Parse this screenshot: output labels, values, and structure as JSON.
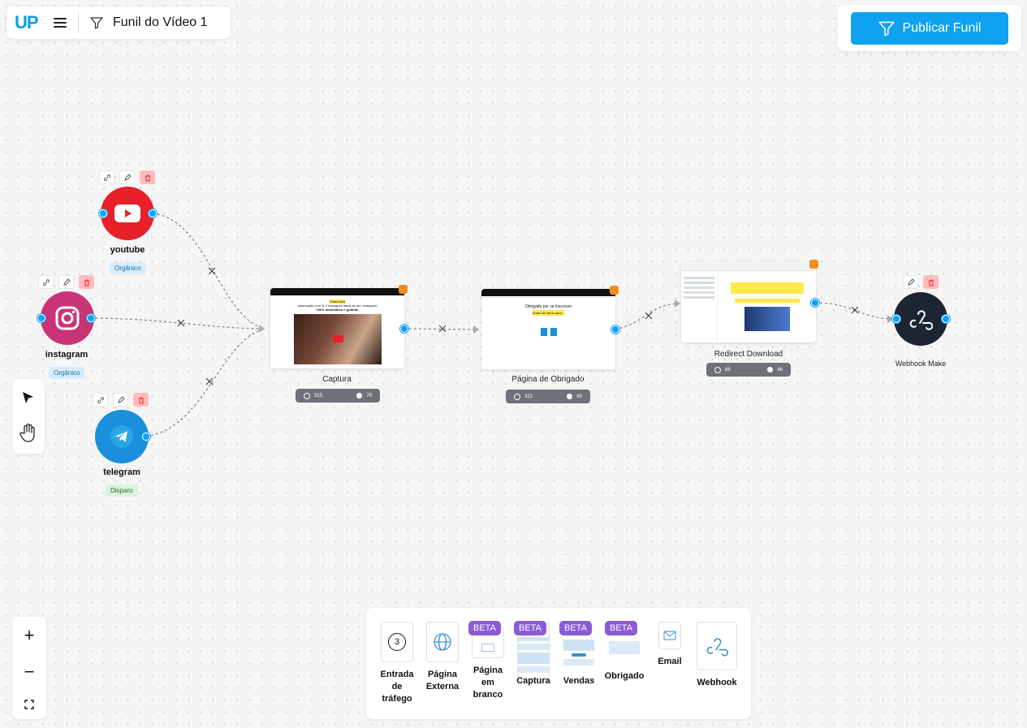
{
  "app": {
    "logo": "UP",
    "funnel_name": "Funil do Vídeo 1",
    "publish_label": "Publicar Funil"
  },
  "sources": [
    {
      "name": "youtube",
      "tag": "Orgânico",
      "color": "#e8202a"
    },
    {
      "name": "instagram",
      "tag": "Orgânico",
      "color": "#c93477"
    },
    {
      "name": "telegram",
      "tag": "Disparo",
      "color": "#1b8fdc"
    }
  ],
  "pages": {
    "captura": {
      "label": "Captura",
      "visits": "315",
      "conversions": "79",
      "heading": "Vídeo Aula",
      "subtext": "automação com IA 2 Instagram leads do seu Instagram",
      "highlight": "100% automático e gratuito"
    },
    "obrigado": {
      "label": "Página de Obrigado",
      "visits": "322",
      "conversions": "80",
      "heading": "Obrigado por se inscrever",
      "highlight": "Antes de irmos para..."
    },
    "redirect": {
      "label": "Redirect Download",
      "visits": "88",
      "conversions": "48"
    },
    "webhook": {
      "label": "Webhook Make"
    }
  },
  "palette": [
    {
      "label": "Entrada de tráfego",
      "beta": false,
      "icon": "traffic-icon"
    },
    {
      "label": "Página Externa",
      "beta": false,
      "icon": "globe-icon"
    },
    {
      "label": "Página em branco",
      "beta": true,
      "icon": "blank-page-icon"
    },
    {
      "label": "Captura",
      "beta": true,
      "icon": "capture-page-icon"
    },
    {
      "label": "Vendas",
      "beta": true,
      "icon": "sales-page-icon"
    },
    {
      "label": "Obrigado",
      "beta": true,
      "icon": "thanks-page-icon"
    },
    {
      "label": "Email",
      "beta": false,
      "icon": "email-icon"
    },
    {
      "label": "Webhook",
      "beta": false,
      "icon": "webhook-icon"
    }
  ],
  "palette_beta_label": "BETA",
  "palette_traffic_count": "3",
  "colors": {
    "accent": "#0ea2f0",
    "port": "#0ea2f0",
    "beta": "#8a5bd6",
    "stats_bg": "#6e7177",
    "webhook_bg": "#1e2532"
  }
}
